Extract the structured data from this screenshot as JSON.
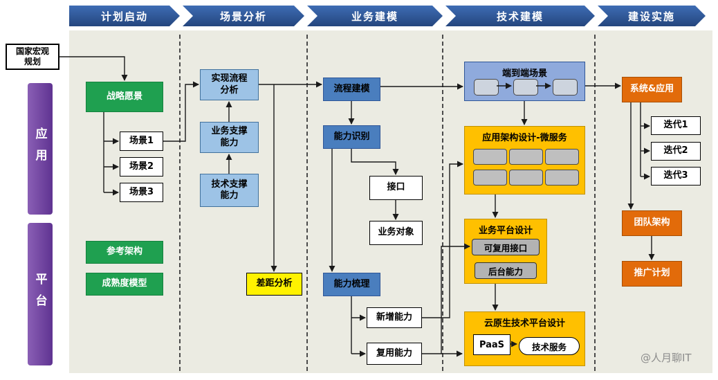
{
  "phases": [
    "计划启动",
    "场景分析",
    "业务建模",
    "技术建模",
    "建设实施"
  ],
  "lanes": {
    "application": "应用",
    "platform": "平台"
  },
  "watermark": "@人月聊IT",
  "nodes": {
    "national_plan": "国家宏观\n规划",
    "strategic_vision": "战略愿景",
    "scenario_1": "场景1",
    "scenario_2": "场景2",
    "scenario_3": "场景3",
    "reference_architecture": "参考架构",
    "maturity_model": "成熟度模型",
    "process_realization_analysis": "实现流程\n分析",
    "business_support_capability": "业务支撑\n能力",
    "tech_support_capability": "技术支撑\n能力",
    "gap_analysis": "差距分析",
    "process_modeling": "流程建模",
    "capability_identification": "能力识别",
    "interface": "接口",
    "business_object": "业务对象",
    "capability_combing": "能力梳理",
    "new_capability": "新增能力",
    "reuse_capability": "复用能力",
    "end_to_end_scenario": "端到端场景",
    "app_architecture_design": "应用架构设计-微服务",
    "business_platform_design": "业务平台设计",
    "reusable_interface": "可复用接口",
    "backend_capability": "后台能力",
    "cloud_native_platform_design": "云原生技术平台设计",
    "paas": "PaaS",
    "tech_service": "技术服务",
    "system_and_app": "系统&应用",
    "iteration_1": "迭代1",
    "iteration_2": "迭代2",
    "iteration_3": "迭代3",
    "team_architecture": "团队架构",
    "rollout_plan": "推广计划"
  },
  "colors": {
    "phase_arrow_blue": "#2E5597",
    "green": "#1FA050",
    "light_blue": "#9DC3E6",
    "medium_blue": "#4A7EBE",
    "e2e_blue": "#8FAADC",
    "amber": "#FFC000",
    "orange": "#E26B0A",
    "yellow": "#FFF200",
    "purple": "#7345A0",
    "gray_box": "#BFBFBF",
    "panel_bg": "#EBEBE2"
  }
}
